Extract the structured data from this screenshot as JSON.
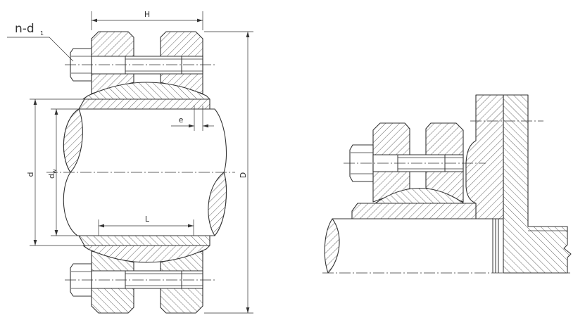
{
  "labels": {
    "H": "H",
    "n_d": "n-d",
    "n_d_sub": "1",
    "e": "e",
    "d": "d",
    "dw": "d",
    "dw_sub": "w",
    "L": "L",
    "D": "D"
  },
  "colors": {
    "line": "#333333",
    "background": "#ffffff"
  }
}
